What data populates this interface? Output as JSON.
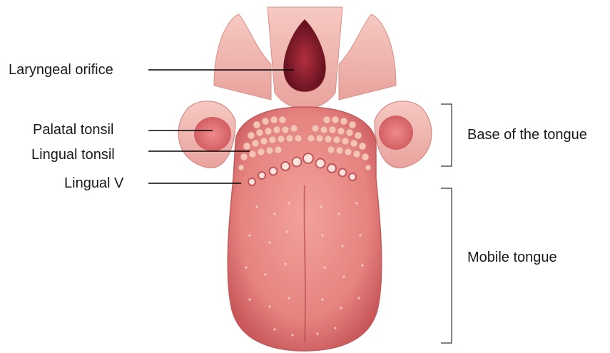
{
  "labels": {
    "laryngeal_orifice": "Laryngeal orifice",
    "palatal_tonsil": "Palatal tonsil",
    "lingual_tonsil": "Lingual tonsil",
    "lingual_v": "Lingual V",
    "base_of_tongue": "Base of the tongue",
    "mobile_tongue": "Mobile tongue"
  },
  "colors": {
    "tongue": "#e98a86",
    "tongue_dark": "#c9575a",
    "tissue": "#f2b3ad",
    "orifice": "#8e1c2c",
    "tonsil": "#e36f72",
    "leader": "#000000"
  }
}
